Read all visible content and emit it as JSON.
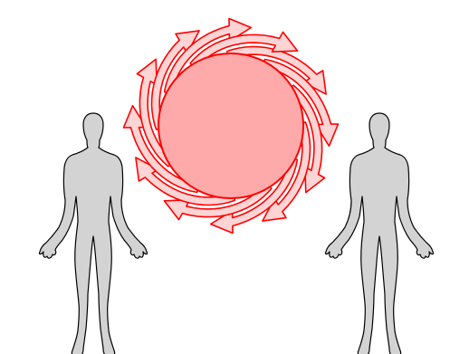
{
  "colors": {
    "background": "#ffffff",
    "core_fill": "#ffaaaa",
    "arrow_fill": "#ffd4d4",
    "swirl_stroke": "#ff0000",
    "figure_fill": "#d3d3d3",
    "figure_stroke": "#000000"
  },
  "diagram": {
    "description_visible_text": "",
    "arrow_count": 12,
    "figure_count": 2
  },
  "icons": {
    "core": "circle-core",
    "arrow": "curved-arrow-icon",
    "figure": "human-figure-icon"
  }
}
